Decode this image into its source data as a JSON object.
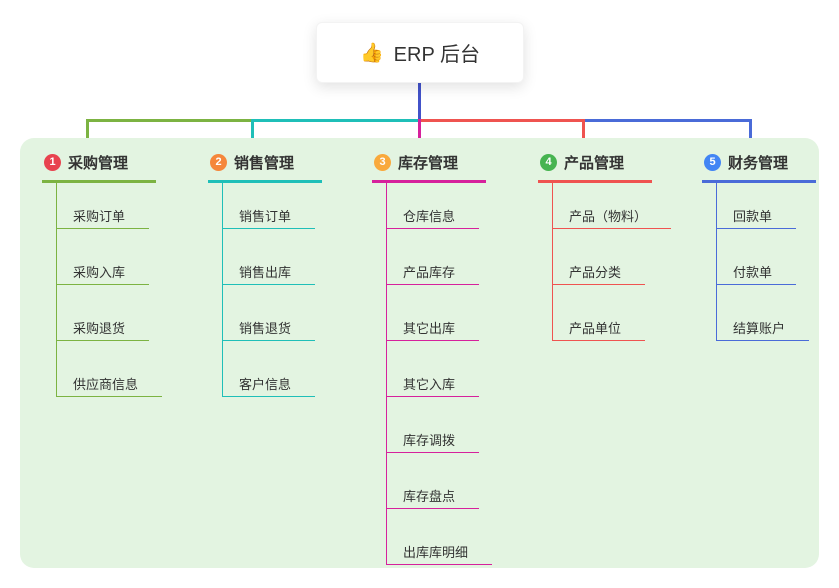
{
  "root": {
    "icon": "👍",
    "label": "ERP 后台"
  },
  "colors": {
    "panel_background": "#e3f4e1",
    "root_connector": "#4252c9"
  },
  "branches": [
    {
      "badge": "1",
      "label": "采购管理",
      "badge_color": "#e8434f",
      "line_color": "#7cb342",
      "children": [
        "采购订单",
        "采购入库",
        "采购退货",
        "供应商信息"
      ]
    },
    {
      "badge": "2",
      "label": "销售管理",
      "badge_color": "#f5873b",
      "line_color": "#1fbfb8",
      "children": [
        "销售订单",
        "销售出库",
        "销售退货",
        "客户信息"
      ]
    },
    {
      "badge": "3",
      "label": "库存管理",
      "badge_color": "#f9a93c",
      "line_color": "#d6219c",
      "children": [
        "仓库信息",
        "产品库存",
        "其它出库",
        "其它入库",
        "库存调拨",
        "库存盘点",
        "出库库明细"
      ]
    },
    {
      "badge": "4",
      "label": "产品管理",
      "badge_color": "#46b450",
      "line_color": "#ef5350",
      "children": [
        "产品（物料）",
        "产品分类",
        "产品单位"
      ]
    },
    {
      "badge": "5",
      "label": "财务管理",
      "badge_color": "#4285f4",
      "line_color": "#4a6bd8",
      "children": [
        "回款单",
        "付款单",
        "结算账户"
      ]
    }
  ]
}
